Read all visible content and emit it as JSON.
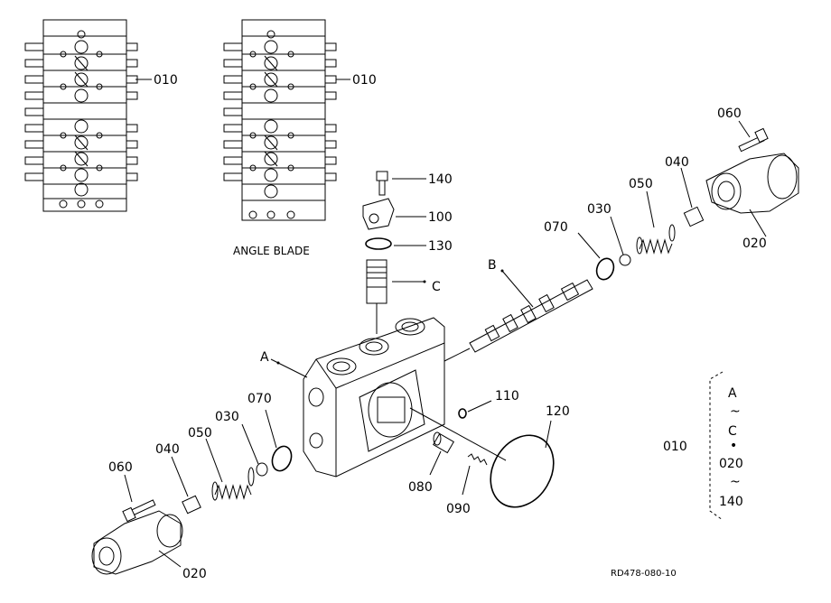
{
  "labels": {
    "top_left_ref": "010",
    "top_right_ref": "010",
    "angle_blade": "ANGLE BLADE",
    "p140": "140",
    "p100": "100",
    "p130": "130",
    "pC": "C",
    "pB": "B",
    "pA": "A",
    "p060_right": "060",
    "p040_right": "040",
    "p050_right": "050",
    "p030_right": "030",
    "p070_right": "070",
    "p020_right": "020",
    "p110": "110",
    "p120": "120",
    "p070_left": "070",
    "p030_left": "030",
    "p050_left": "050",
    "p040_left": "040",
    "p060_left": "060",
    "p020_left": "020",
    "p080": "080",
    "p090": "090",
    "ref_010": "010",
    "ref_range": [
      "A",
      "~",
      "C",
      "•",
      "020",
      "~",
      "140"
    ],
    "drawing_code": "RD478-080-10"
  }
}
